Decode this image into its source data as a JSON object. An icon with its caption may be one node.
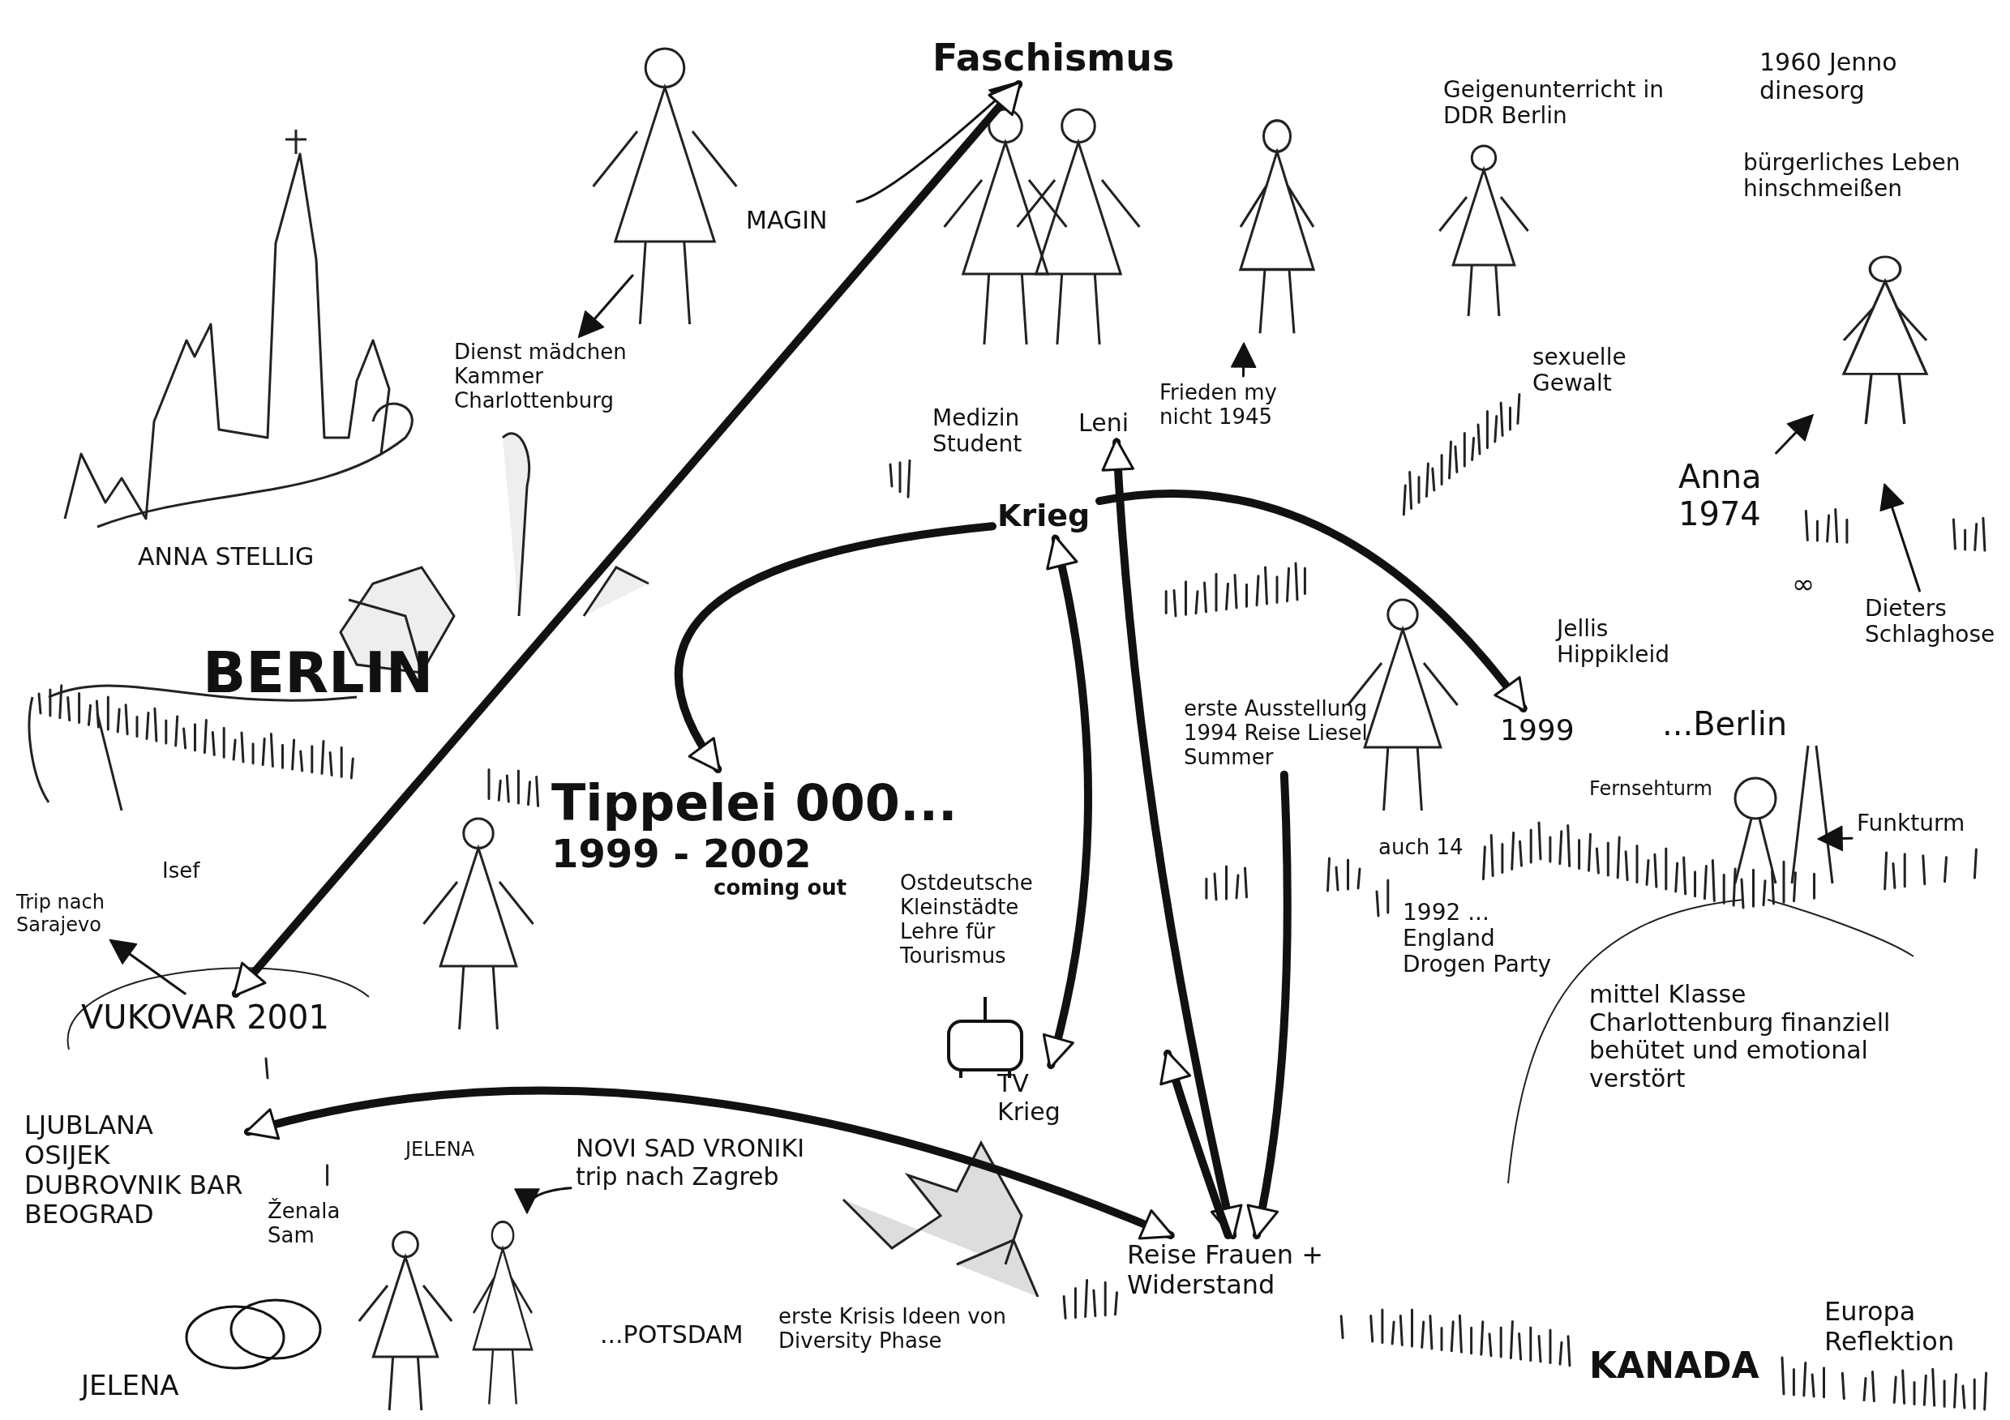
{
  "diagram": {
    "nodes": [
      {
        "text": [
          "Faschismus"
        ]
      },
      {
        "text": [
          "MAGIN"
        ]
      },
      {
        "text": [
          "Dienst mädchen Kammer Charlottenburg"
        ]
      },
      {
        "text": [
          "Medizin Student"
        ]
      },
      {
        "text": [
          "Leni"
        ]
      },
      {
        "text": [
          "Krieg"
        ]
      },
      {
        "text": [
          "Frieden my nicht 1945"
        ]
      },
      {
        "text": [
          "Geigenunterricht in DDR Berlin"
        ]
      },
      {
        "text": [
          "1960 Jenno dinesorg"
        ]
      },
      {
        "text": [
          "bürgerliches Leben hinschmeißen"
        ]
      },
      {
        "text": [
          "sexuelle Gewalt"
        ]
      },
      {
        "text": [
          "Anna 1974"
        ]
      },
      {
        "text": [
          "Jellis Hippikleid"
        ]
      },
      {
        "text": [
          "Dieters Schlaghose"
        ]
      },
      {
        "text": [
          "ANNA STELLIG"
        ]
      },
      {
        "text": [
          "BERLIN"
        ]
      },
      {
        "text": [
          "Tippelei 000...",
          "1999 - 2002",
          "coming out"
        ]
      },
      {
        "text": [
          "Ostdeutsche Kleinstädte Lehre für Tourismus"
        ]
      },
      {
        "text": [
          "TV Krieg"
        ]
      },
      {
        "text": [
          "erste Ausstellung 1994 Reise Liesel Summer"
        ]
      },
      {
        "text": [
          "1999"
        ]
      },
      {
        "text": [
          "...Berlin"
        ]
      },
      {
        "text": [
          "Fernsehturm"
        ]
      },
      {
        "text": [
          "Funkturm"
        ]
      },
      {
        "text": [
          "1992 ... England Drogen Party"
        ]
      },
      {
        "text": [
          "mittel Klasse Charlottenburg finanziell behütet und emotional verstört"
        ]
      },
      {
        "text": [
          "Trip nach Sarajevo"
        ]
      },
      {
        "text": [
          "Isef"
        ]
      },
      {
        "text": [
          "VUKOVAR 2001"
        ]
      },
      {
        "text": [
          "LJUBLANA OSIJEK DUBROVNIK BAR BEOGRAD"
        ]
      },
      {
        "text": [
          "NOVI SAD VRONIKI trip nach Zagreb"
        ]
      },
      {
        "text": [
          "JELENA"
        ]
      },
      {
        "text": [
          "Ženala Sam"
        ]
      },
      {
        "text": [
          "JELENA"
        ]
      },
      {
        "text": [
          "...POTSDAM"
        ]
      },
      {
        "text": [
          "erste Krisis Ideen von Diversity Phase"
        ]
      },
      {
        "text": [
          "Reise Frauen + Widerstand"
        ]
      },
      {
        "text": [
          "KANADA"
        ]
      },
      {
        "text": [
          "Europa Reflektion"
        ]
      },
      {
        "text": [],
        "shape": "person"
      },
      {
        "text": [],
        "shape": "person"
      },
      {
        "text": [],
        "shape": "person"
      }
    ],
    "edges": [
      {
        "from": 1,
        "to": 0,
        "arrow": "to"
      },
      {
        "from": 0,
        "to": 28,
        "arrow": "both",
        "style": "thick"
      },
      {
        "from": null,
        "to": 2,
        "arrow": "to"
      },
      {
        "from": 5,
        "to": 20,
        "arrow": "to",
        "style": "thick"
      },
      {
        "from": 5,
        "to": 16,
        "arrow": "to",
        "style": "thick"
      },
      {
        "from": 4,
        "to": 36,
        "arrow": "both",
        "style": "thick"
      },
      {
        "from": 5,
        "to": 18,
        "arrow": "both",
        "style": "thick"
      },
      {
        "from": 19,
        "to": 36,
        "arrow": "to",
        "style": "thick"
      },
      {
        "from": 36,
        "to": 29,
        "arrow": "both",
        "style": "thick"
      },
      {
        "from": 6,
        "to": 39,
        "arrow": "to"
      },
      {
        "from": 11,
        "to": 40,
        "arrow": "to"
      },
      {
        "from": 28,
        "to": 26,
        "arrow": "to"
      },
      {
        "from": 23,
        "to": null,
        "arrow": "to"
      },
      {
        "from": 30,
        "to": 41,
        "arrow": "to"
      },
      {
        "from": 36,
        "to": null,
        "arrow": "to",
        "style": "thick"
      },
      {
        "from": 13,
        "to": null,
        "arrow": "to"
      }
    ],
    "labels": [
      "∞",
      "auch 14"
    ]
  }
}
